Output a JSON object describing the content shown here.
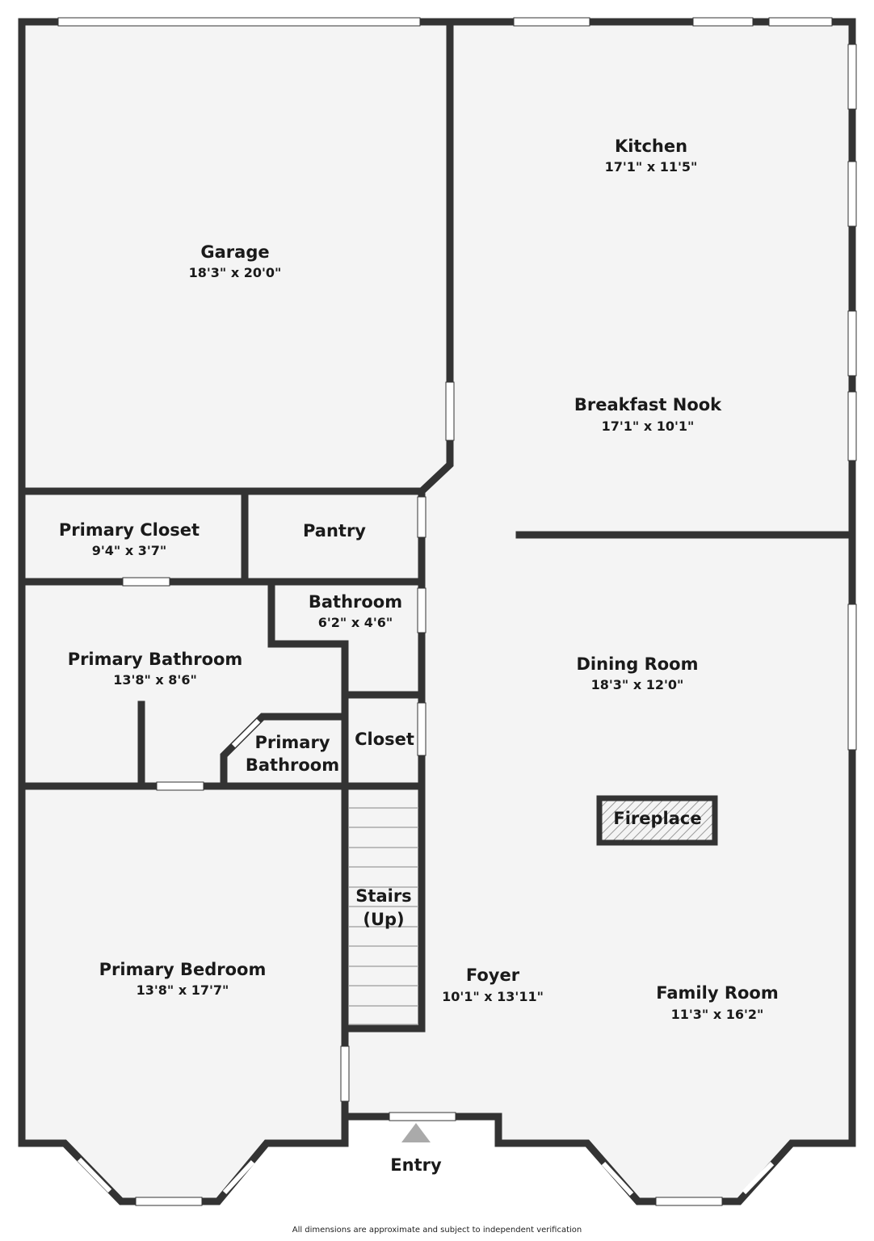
{
  "rooms": {
    "garage": {
      "name": "Garage",
      "dims": "18'3\" x 20'0\""
    },
    "kitchen": {
      "name": "Kitchen",
      "dims": "17'1\" x 11'5\""
    },
    "breakfast_nook": {
      "name": "Breakfast Nook",
      "dims": "17'1\" x 10'1\""
    },
    "primary_closet": {
      "name": "Primary Closet",
      "dims": "9'4\" x 3'7\""
    },
    "pantry": {
      "name": "Pantry"
    },
    "bathroom": {
      "name": "Bathroom",
      "dims": "6'2\" x 4'6\""
    },
    "primary_bathroom": {
      "name": "Primary Bathroom",
      "dims": "13'8\" x 8'6\""
    },
    "primary_bathroom_small": {
      "line1": "Primary",
      "line2": "Bathroom"
    },
    "closet": {
      "name": "Closet"
    },
    "dining_room": {
      "name": "Dining Room",
      "dims": "18'3\" x 12'0\""
    },
    "fireplace": {
      "name": "Fireplace"
    },
    "stairs": {
      "line1": "Stairs",
      "line2": "(Up)"
    },
    "primary_bedroom": {
      "name": "Primary Bedroom",
      "dims": "13'8\" x 17'7\""
    },
    "foyer": {
      "name": "Foyer",
      "dims": "10'1\" x 13'11\""
    },
    "family_room": {
      "name": "Family Room",
      "dims": "11'3\" x 16'2\""
    }
  },
  "entry": {
    "label": "Entry"
  },
  "footer": {
    "disclaimer": "All dimensions are approximate and subject to independent verification"
  },
  "colors": {
    "wall": "#333333",
    "floor": "#f4f4f4",
    "marker": "#aaaaaa"
  }
}
